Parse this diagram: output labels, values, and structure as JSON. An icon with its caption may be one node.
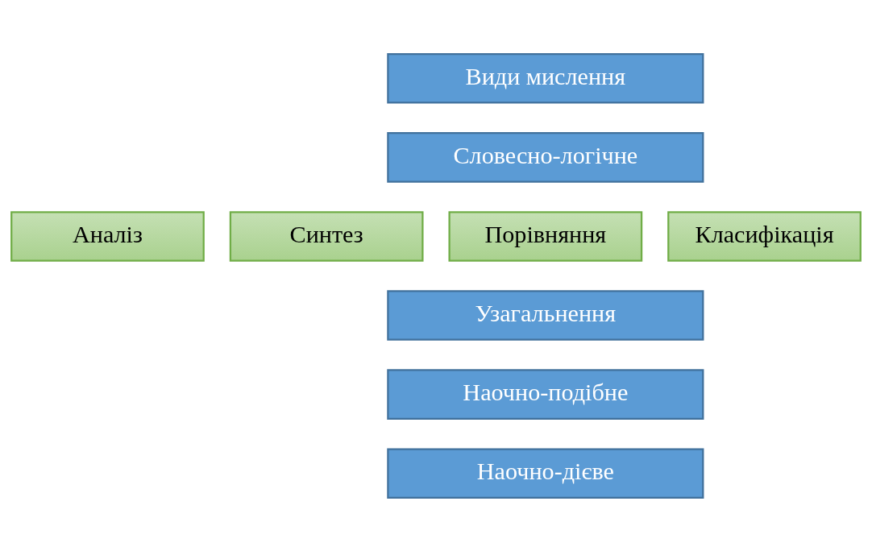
{
  "diagram": {
    "nodes": [
      {
        "text": [
          "Види мислення"
        ]
      },
      {
        "text": [
          "Словесно-логічне"
        ]
      },
      {
        "text": [
          "Аналіз"
        ]
      },
      {
        "text": [
          "Синтез"
        ]
      },
      {
        "text": [
          "Порівняння"
        ]
      },
      {
        "text": [
          "Класифікація"
        ]
      },
      {
        "text": [
          "Узагальнення"
        ]
      },
      {
        "text": [
          "Наочно-подібне"
        ]
      },
      {
        "text": [
          "Наочно-дієве"
        ]
      }
    ]
  }
}
